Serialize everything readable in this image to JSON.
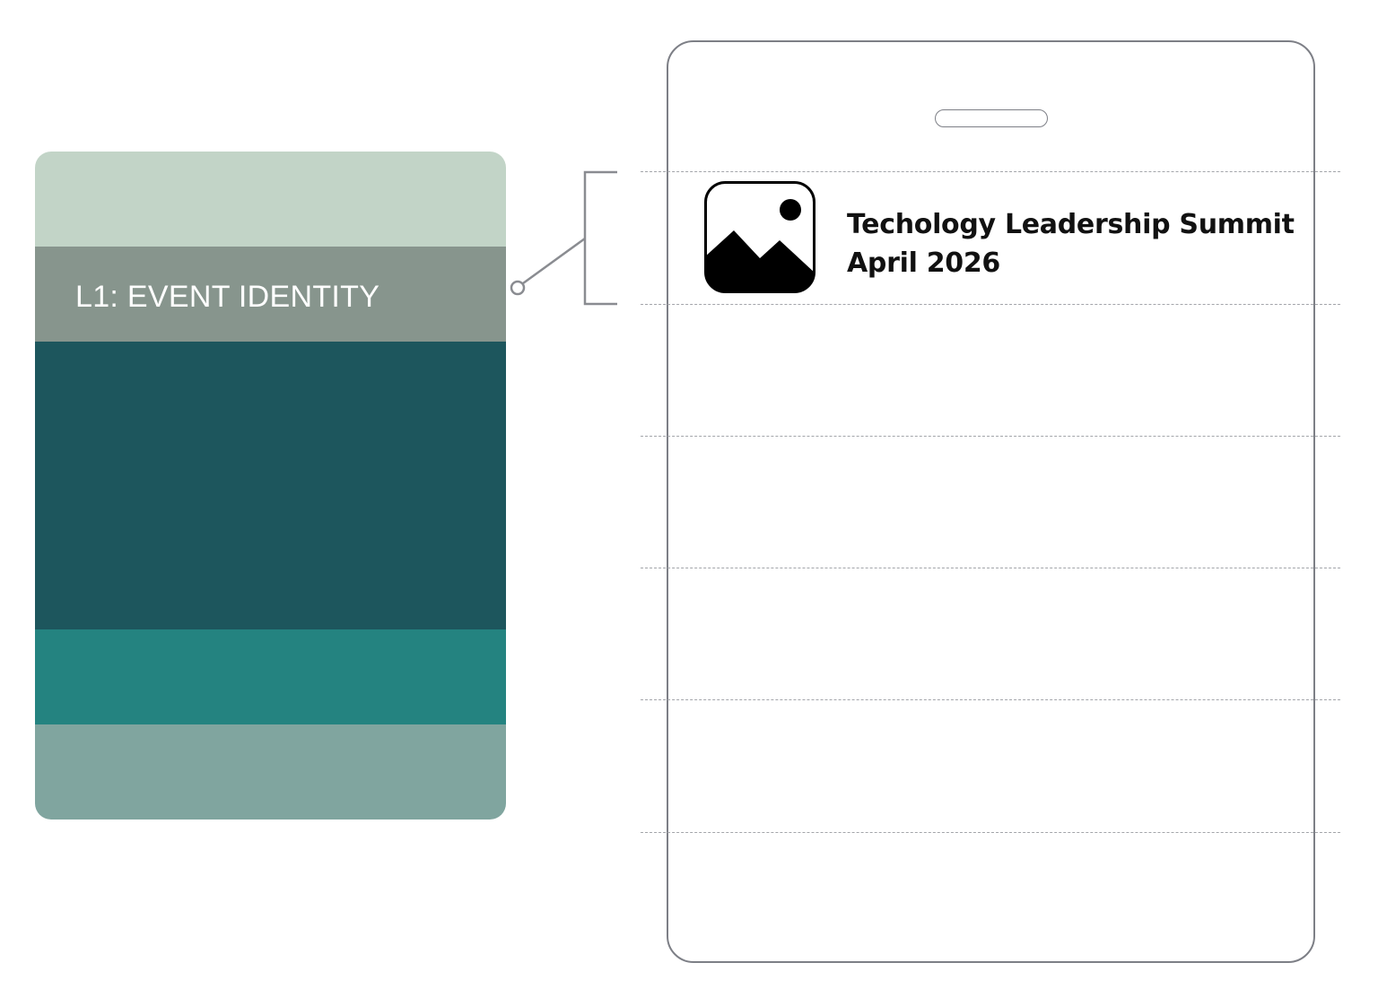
{
  "colors": {
    "layer_1": "#c2d4c7",
    "layer_2": "#87958d",
    "layer_3": "#1d565d",
    "layer_4": "#248380",
    "layer_5": "#80a59f",
    "outline": "#7d7f86",
    "divider": "#a3a5aa",
    "connector": "#8a8c91"
  },
  "layers": [
    {
      "label": ""
    },
    {
      "label": "L1: EVENT IDENTITY"
    },
    {
      "label": ""
    },
    {
      "label": ""
    },
    {
      "label": ""
    }
  ],
  "badge": {
    "event_name": "Techology Leadership Summit",
    "event_date": "April 2026",
    "icon": "image-placeholder-icon"
  }
}
